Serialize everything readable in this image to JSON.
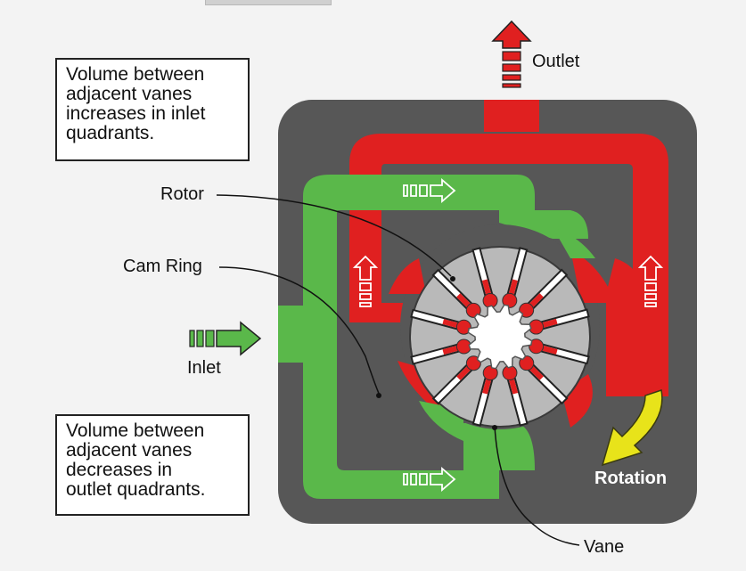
{
  "callout_inlet": {
    "lines": [
      "Volume between",
      "adjacent vanes",
      "increases in inlet",
      "quadrants."
    ]
  },
  "callout_outlet": {
    "lines": [
      "Volume between",
      "adjacent vanes",
      "decreases in",
      "outlet quadrants."
    ]
  },
  "labels": {
    "rotor": "Rotor",
    "cam_ring": "Cam Ring",
    "inlet": "Inlet",
    "outlet": "Outlet",
    "rotation": "Rotation",
    "vane": "Vane"
  },
  "colors": {
    "body": "#575757",
    "inlet_green": "#5ab84a",
    "outlet_red": "#e02020",
    "rotor": "#b9b9b9",
    "rotation_arrow": "#e8e31a"
  },
  "vanes": {
    "count": 12
  }
}
